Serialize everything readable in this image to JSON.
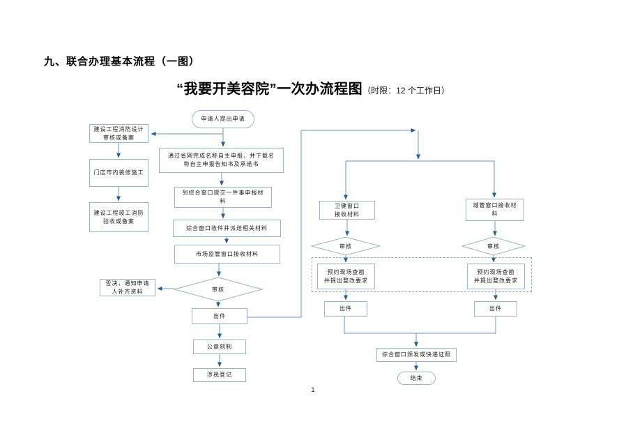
{
  "document": {
    "heading": "九、联合办理基本流程（一图）",
    "chart_title": "“我要开美容院”一次办流程图",
    "chart_title_note": "（时限：12 个工作日）",
    "page_number": "1"
  },
  "flowchart": {
    "start": "申请人提出申请",
    "fire_design": "建设工程消防设计\n审核或备案",
    "decoration": "门店市内装修施工",
    "fire_acceptance": "建设工程竣工消防\n验收或备案",
    "name_declare": "通过省网完成名称自主申报，并下载名\n称自主申报告知书及承诺书",
    "submit_materials": "到综合窗口提交一件事申报材\n料",
    "receive_dispatch": "综合窗口收件并派送相关材料",
    "market_window": "市场监管窗口接收材料",
    "review1": "审核",
    "reject": "否决，通知申请\n人补齐资料",
    "issue1": "出件",
    "seal": "公章刻制",
    "tax": "涉税登记",
    "health_window": "卫健窗口\n接收材料",
    "urban_window": "城管窗口接收材\n料",
    "review2": "审核",
    "review3": "审核",
    "survey1": "预约现场查勘\n并提出整改要求",
    "survey2": "预约现场查勘\n并提出整改要求",
    "issue2": "出件",
    "issue3": "出件",
    "license": "综合窗口颁发或快递证照",
    "end": "结束"
  },
  "colors": {
    "box_border": "#9cb3c7",
    "connector_line": "#7295b5",
    "arrowhead": "#275d8f",
    "text": "#1a1a1a"
  }
}
